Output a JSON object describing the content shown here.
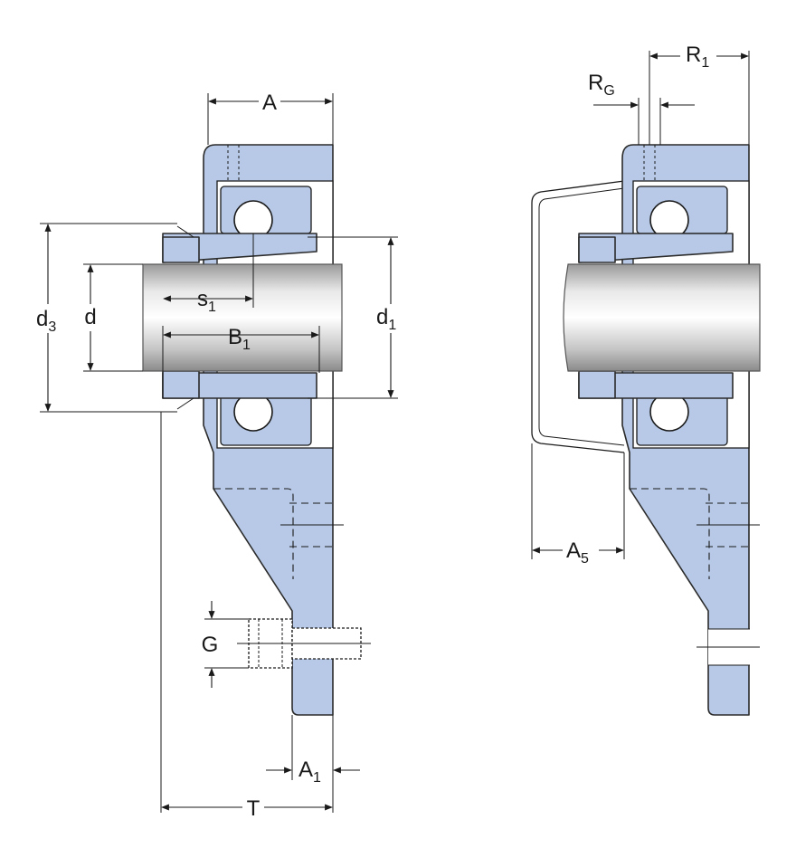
{
  "labels": {
    "A": {
      "main": "A",
      "sub": ""
    },
    "R1": {
      "main": "R",
      "sub": "1"
    },
    "RG": {
      "main": "R",
      "sub": "G"
    },
    "d3": {
      "main": "d",
      "sub": "3"
    },
    "d": {
      "main": "d",
      "sub": ""
    },
    "s1": {
      "main": "s",
      "sub": "1"
    },
    "B1": {
      "main": "B",
      "sub": "1"
    },
    "d1": {
      "main": "d",
      "sub": "1"
    },
    "A5": {
      "main": "A",
      "sub": "5"
    },
    "G": {
      "main": "G",
      "sub": ""
    },
    "A1": {
      "main": "A",
      "sub": "1"
    },
    "T": {
      "main": "T",
      "sub": ""
    }
  },
  "colors": {
    "housing": "#b7c9e6",
    "outline": "#2b2b2b",
    "shaft_light": "#ffffff",
    "shaft_dark": "#8a8a8a"
  }
}
